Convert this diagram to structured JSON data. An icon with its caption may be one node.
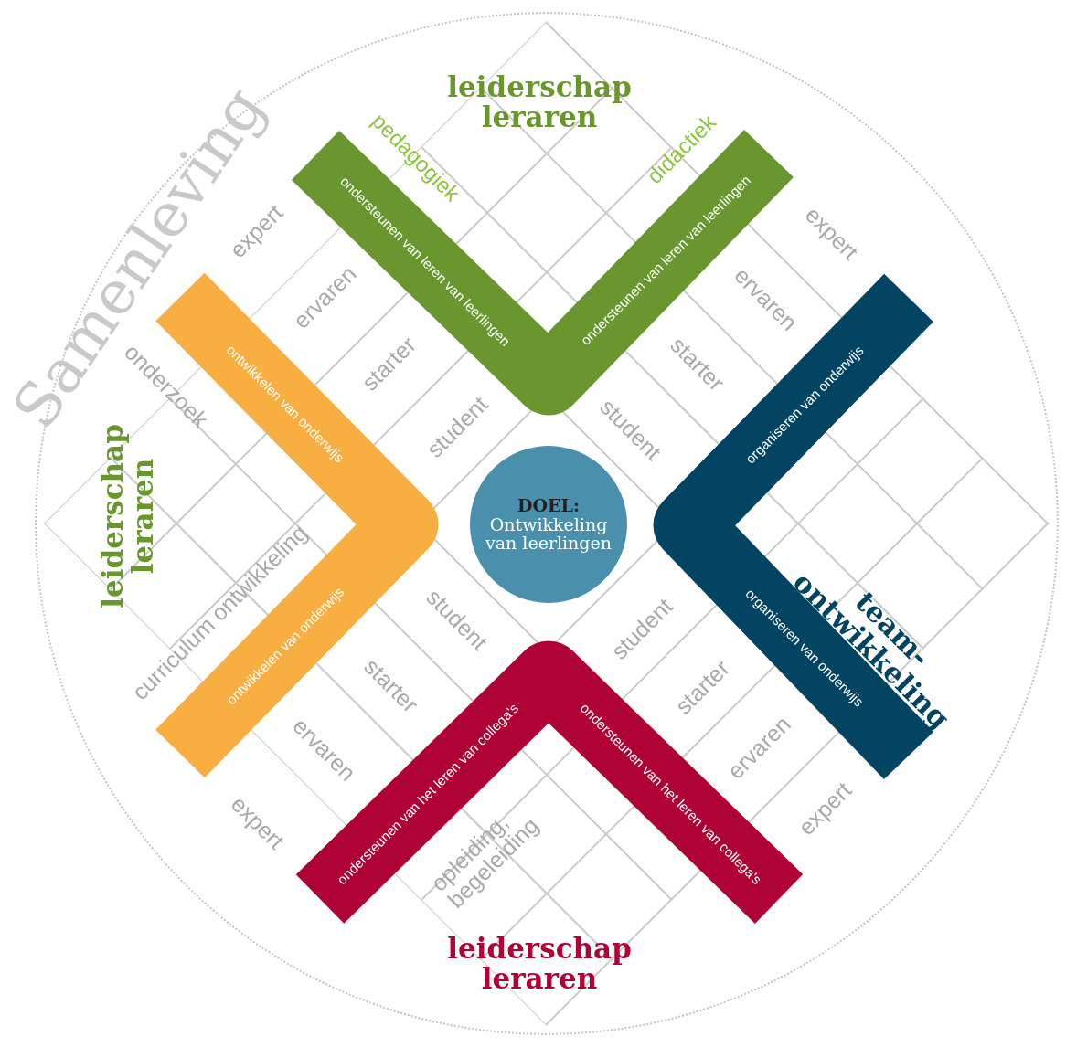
{
  "diagram": {
    "nodes": [
      {
        "text": [
          "Samenleving"
        ]
      },
      {
        "text": [
          "DOEL:",
          "Ontwikkeling van leerlingen"
        ],
        "in": 0
      },
      {
        "text": [
          "ondersteunen van leren van leerlingen",
          "ondersteunen van leren van leerlingen"
        ],
        "in": 0
      },
      {
        "text": [
          "ontwikkelen van onderwijs",
          "ontwikkelen van onderwijs"
        ],
        "in": 0
      },
      {
        "text": [
          "organiseren van onderwijs",
          "organiseren van onderwijs"
        ],
        "in": 0
      },
      {
        "text": [
          "ondersteunen van het leren van collega's",
          "ondersteunen van het leren van collega's"
        ],
        "in": 0
      }
    ],
    "edges": [],
    "labels": [
      "leiderschap leraren",
      "pedagogiek",
      "didactiek",
      "expert",
      "expert",
      "ervaren",
      "ervaren",
      "starter",
      "onderzoek",
      "starter",
      "student",
      "student",
      "leiderschap leraren",
      "curriculum ontwikkeling",
      "team- ontwikkeling",
      "student",
      "student",
      "starter",
      "starter",
      "ervaren",
      "ervaren",
      "expert",
      "expert",
      "opleiding, begeleiding",
      "leiderschap leraren"
    ]
  }
}
